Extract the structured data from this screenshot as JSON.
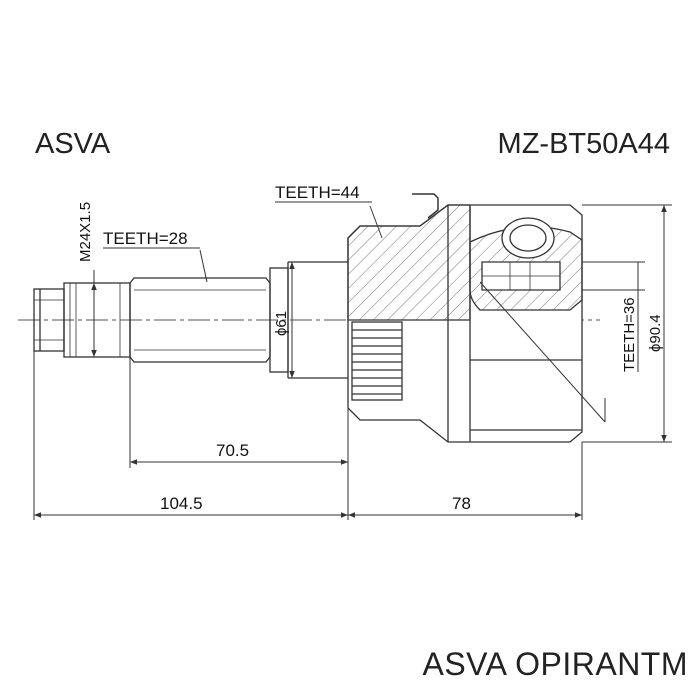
{
  "header": {
    "brand": "ASVA",
    "part_number": "MZ-BT50A44"
  },
  "footer": {
    "text": "ASVA OPIRANTM"
  },
  "labels": {
    "thread": "M24X1.5",
    "teeth_shaft": "TEETH=28",
    "teeth_outer": "TEETH=44",
    "teeth_inner": "TEETH=36",
    "dia_small": "ϕ61",
    "dia_large": "ϕ90.4",
    "dim_70_5": "70.5",
    "dim_104_5": "104.5",
    "dim_78": "78"
  },
  "colors": {
    "line": "#333333",
    "hatch": "#777777"
  }
}
